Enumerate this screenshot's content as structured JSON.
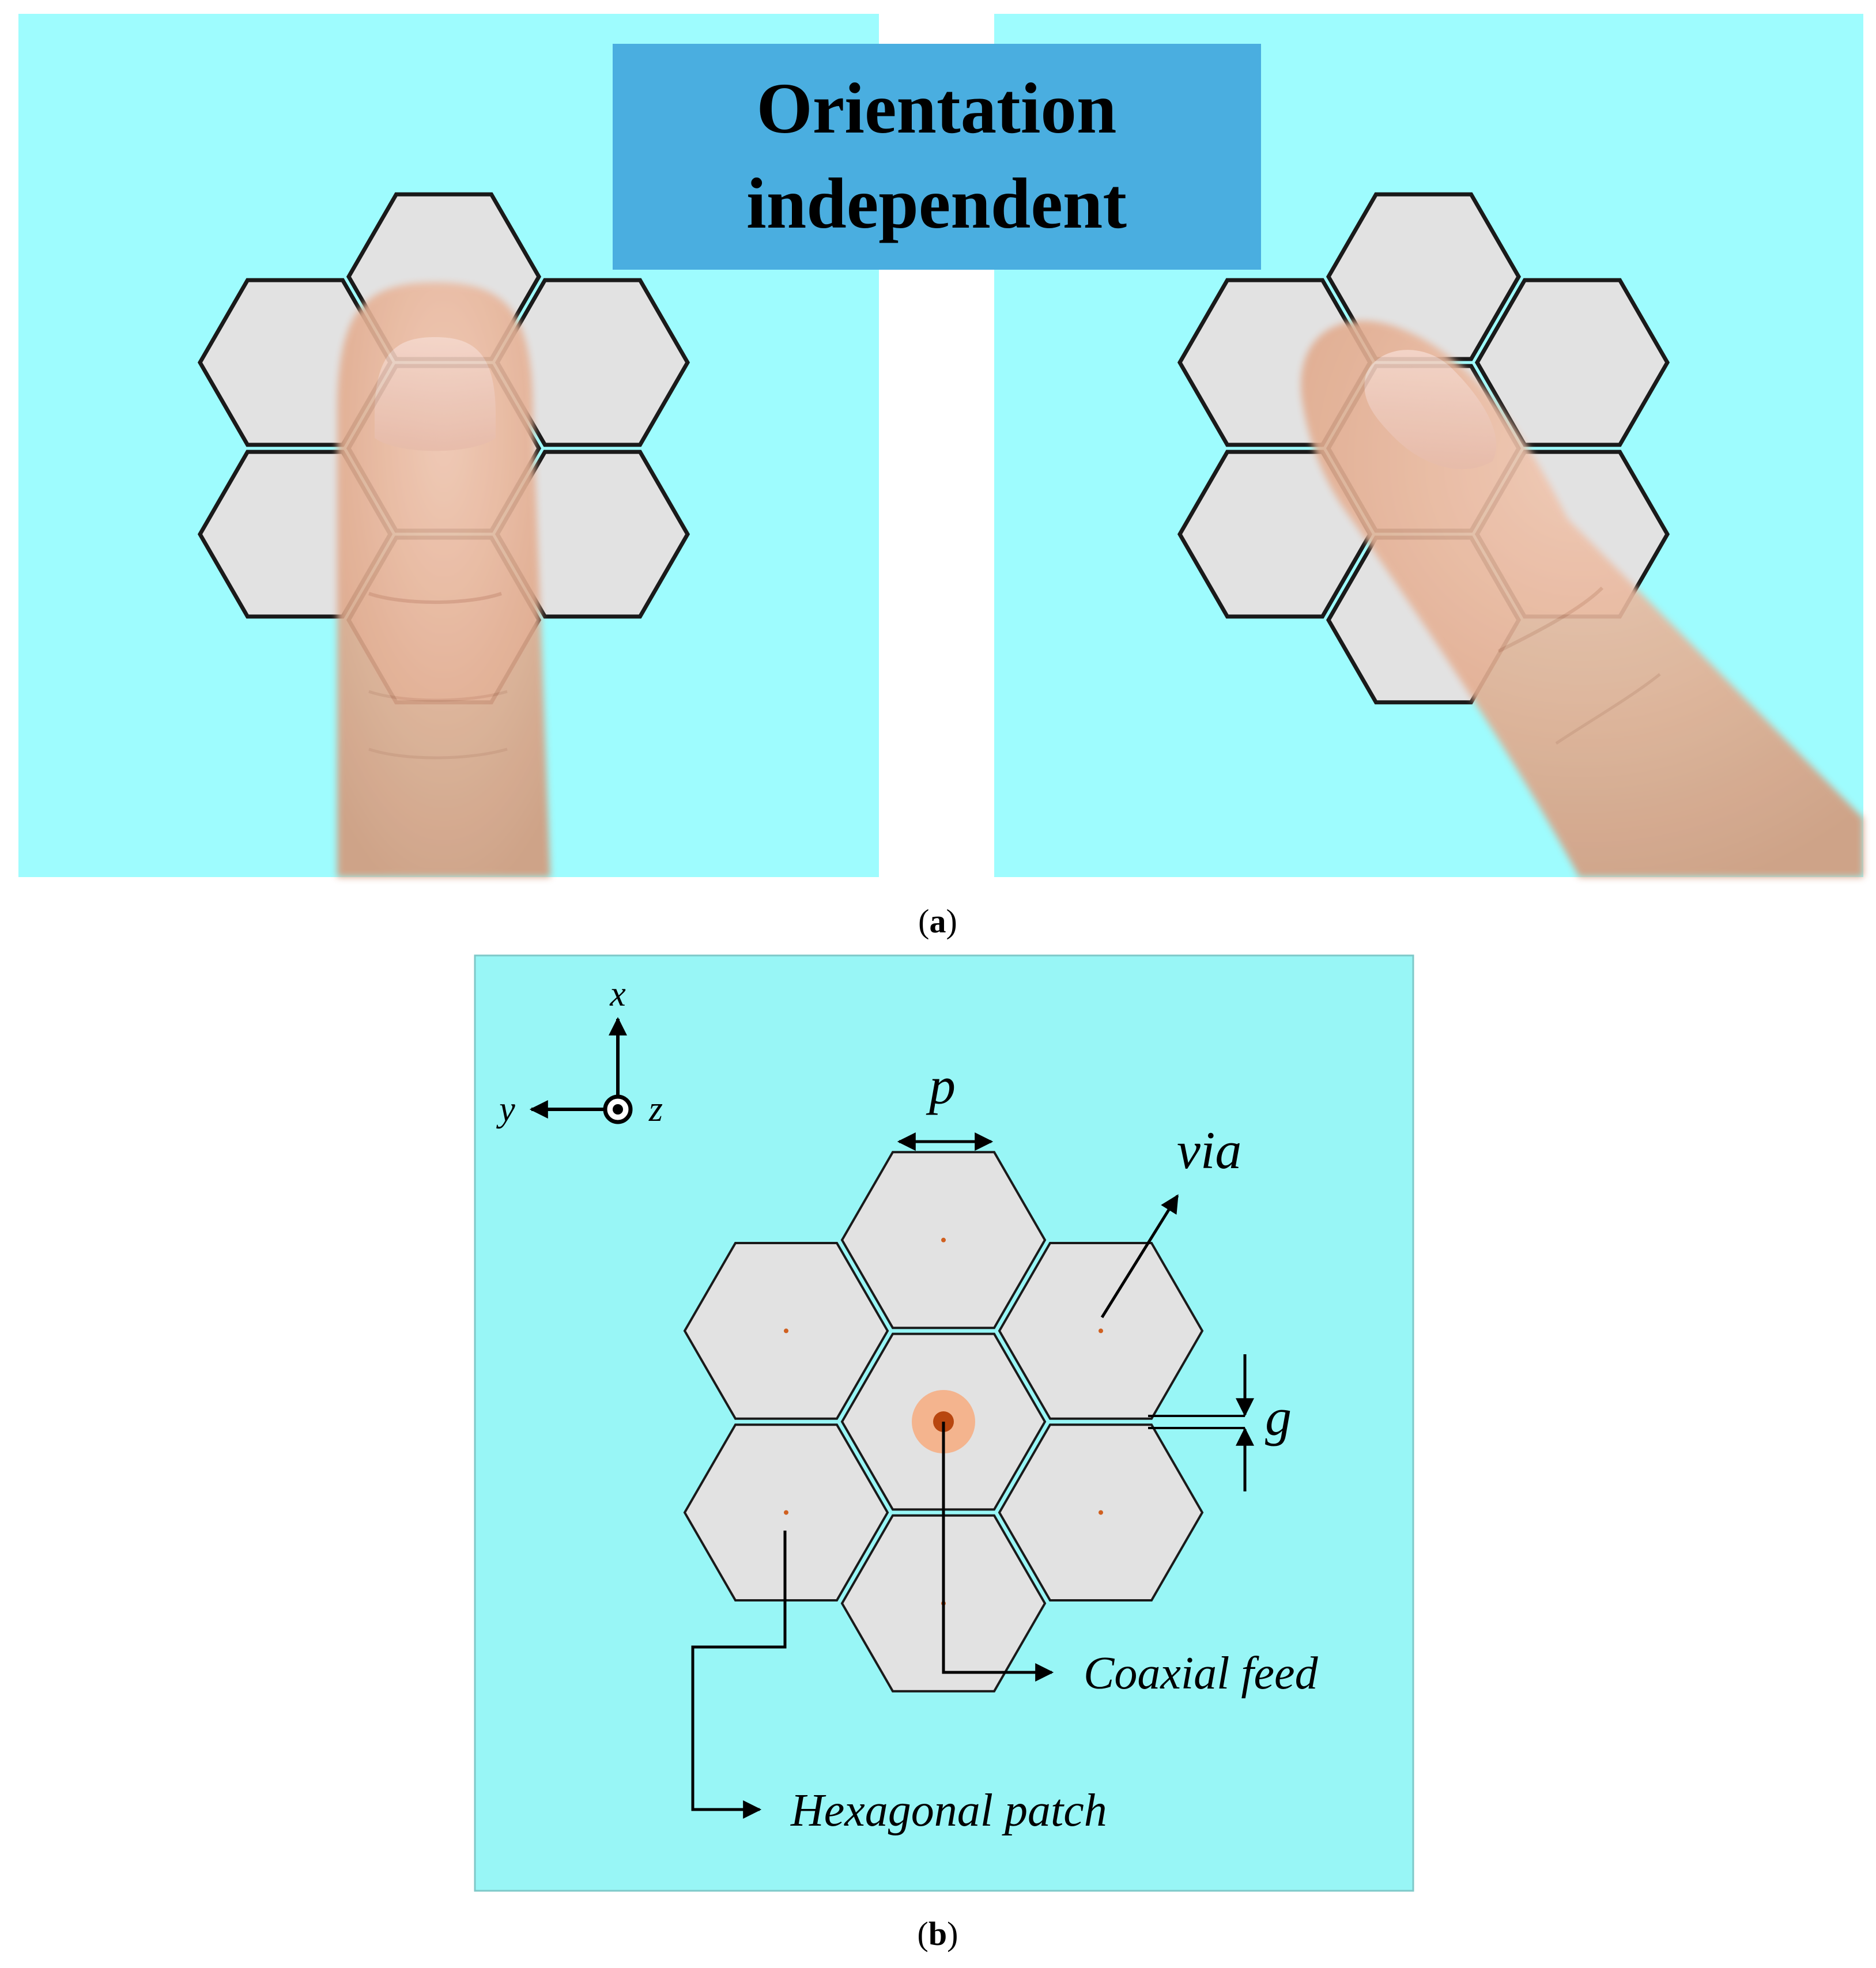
{
  "panel_a": {
    "banner_line1": "Orientation",
    "banner_line2": "independent",
    "caption_letter": "a"
  },
  "panel_b": {
    "axis_x": "x",
    "axis_y": "y",
    "axis_z": "z",
    "label_p": "p",
    "label_g": "g",
    "label_via": "via",
    "label_coaxial_feed": "Coaxial feed",
    "label_hexagonal_patch": "Hexagonal patch",
    "caption_letter": "b"
  },
  "colors": {
    "substrate": "#9efcfe",
    "substrate_b": "#98f6f6",
    "banner": "#4aaee0",
    "patch": "#e2e2e2",
    "outline": "#1a1a1a",
    "skin": "#e6b498",
    "feed_outer": "#f4b48e",
    "feed_inner": "#b8460f",
    "via_dot": "#d06020"
  }
}
